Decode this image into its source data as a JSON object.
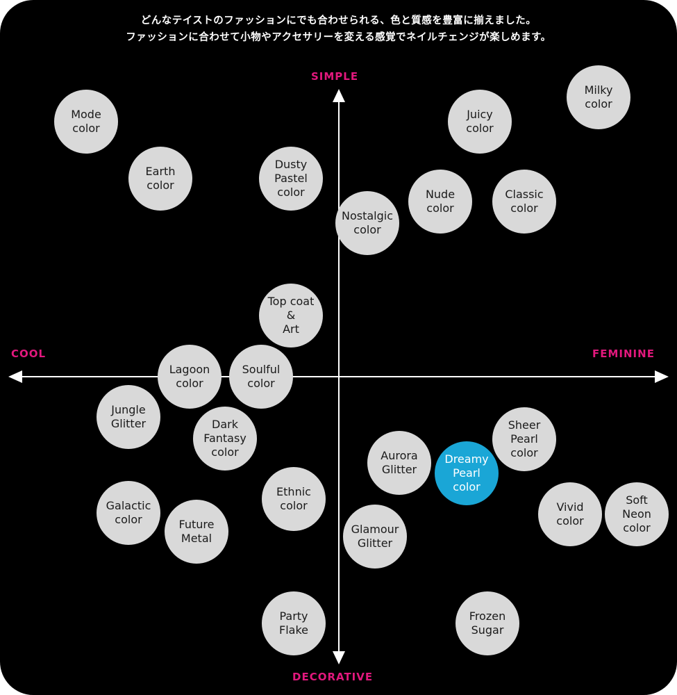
{
  "intro": {
    "line1": "どんなテイストのファッションにでも合わせられる、色と質感を豊富に揃えました。",
    "line2": "ファッションに合わせて小物やアクセサリーを変える感覚でネイルチェンジが楽しめます。"
  },
  "axes": {
    "top": "SIMPLE",
    "bottom": "DECORATIVE",
    "left": "COOL",
    "right": "FEMININE"
  },
  "colors": {
    "background": "#000000",
    "bubble": "#d9d9d9",
    "highlight": "#1aa6d6",
    "axis_label": "#e2187d"
  },
  "bubbles": [
    {
      "label": "Mode\ncolor",
      "highlight": false
    },
    {
      "label": "Earth\ncolor",
      "highlight": false
    },
    {
      "label": "Dusty\nPastel\ncolor",
      "highlight": false
    },
    {
      "label": "Nostalgic\ncolor",
      "highlight": false
    },
    {
      "label": "Juicy\ncolor",
      "highlight": false
    },
    {
      "label": "Milky\ncolor",
      "highlight": false
    },
    {
      "label": "Nude\ncolor",
      "highlight": false
    },
    {
      "label": "Classic\ncolor",
      "highlight": false
    },
    {
      "label": "Top coat\n&\nArt",
      "highlight": false
    },
    {
      "label": "Lagoon\ncolor",
      "highlight": false
    },
    {
      "label": "Soulful\ncolor",
      "highlight": false
    },
    {
      "label": "Jungle\nGlitter",
      "highlight": false
    },
    {
      "label": "Dark\nFantasy\ncolor",
      "highlight": false
    },
    {
      "label": "Aurora\nGlitter",
      "highlight": false
    },
    {
      "label": "Dreamy\nPearl\ncolor",
      "highlight": true
    },
    {
      "label": "Sheer\nPearl\ncolor",
      "highlight": false
    },
    {
      "label": "Galactic\ncolor",
      "highlight": false
    },
    {
      "label": "Future\nMetal",
      "highlight": false
    },
    {
      "label": "Ethnic\ncolor",
      "highlight": false
    },
    {
      "label": "Glamour\nGlitter",
      "highlight": false
    },
    {
      "label": "Vivid\ncolor",
      "highlight": false
    },
    {
      "label": "Soft\nNeon\ncolor",
      "highlight": false
    },
    {
      "label": "Party\nFlake",
      "highlight": false
    },
    {
      "label": "Frozen\nSugar",
      "highlight": false
    }
  ]
}
